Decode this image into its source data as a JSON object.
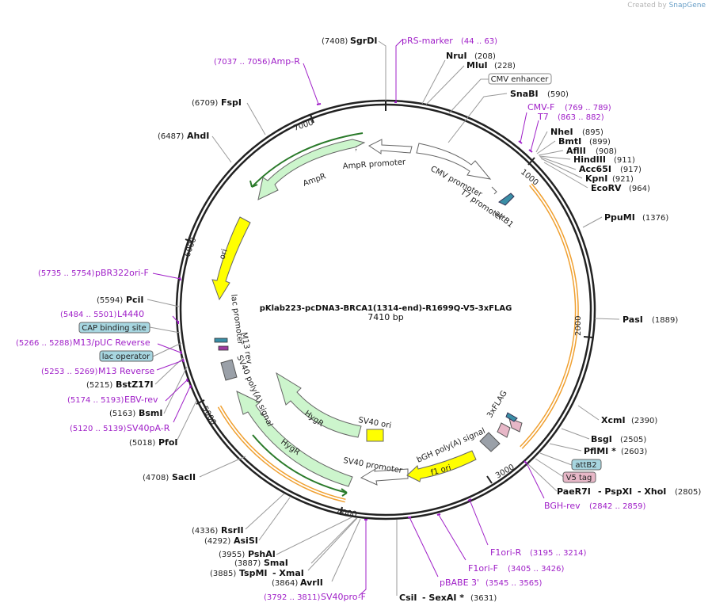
{
  "credit": {
    "prefix": "Created by",
    "brand": "SnapGene"
  },
  "plasmid": {
    "name": "pKlab223-pcDNA3-BRCA1(1314-end)-R1699Q-V5-3xFLAG",
    "length_label": "7410 bp"
  },
  "ticks": {
    "t1000": "1000",
    "t2000": "2000",
    "t3000": "3000",
    "t4000": "4000",
    "t5000": "5000",
    "t6000": "6000",
    "t7000": "7000"
  },
  "features": {
    "ampr_promoter": "AmpR promoter",
    "ampr": "AmpR",
    "cmv_promoter": "CMV promoter",
    "t7_promoter": "T7 promoter",
    "attb1": "attB1",
    "ori": "ori",
    "lac_promoter": "lac promoter",
    "m13_rev": "M13 rev",
    "sv40_polya": "SV40 poly(A) signal",
    "hygr1": "HygR",
    "hygr2": "HygR",
    "sv40_ori": "SV40 ori",
    "sv40_promoter": "SV40 promoter",
    "bgh_polya": "bGH poly(A) signal",
    "f1_ori": "f1 ori",
    "flag": "3xFLAG"
  },
  "sites": {
    "sgrdi": {
      "name": "SgrDI",
      "pos": "(7408)"
    },
    "nrui": {
      "name": "NruI",
      "pos": "(208)"
    },
    "mlui": {
      "name": "MluI",
      "pos": "(228)"
    },
    "snabi": {
      "name": "SnaBI",
      "pos": "(590)"
    },
    "nhei": {
      "name": "NheI",
      "pos": "(895)"
    },
    "bmti": {
      "name": "BmtI",
      "pos": "(899)"
    },
    "aflii": {
      "name": "AflII",
      "pos": "(908)"
    },
    "hindiii": {
      "name": "HindIII",
      "pos": "(911)"
    },
    "acc65i": {
      "name": "Acc65I",
      "pos": "(917)"
    },
    "kpni": {
      "name": "KpnI",
      "pos": "(921)"
    },
    "ecorv": {
      "name": "EcoRV",
      "pos": "(964)"
    },
    "ppumi": {
      "name": "PpuMI",
      "pos": "(1376)"
    },
    "pasi": {
      "name": "PasI",
      "pos": "(1889)"
    },
    "xcmi": {
      "name": "XcmI",
      "pos": "(2390)"
    },
    "bsgi": {
      "name": "BsgI",
      "pos": "(2505)"
    },
    "pflmi": {
      "name": "PflMI *",
      "pos": "(2603)"
    },
    "paer7i": {
      "name": "PaeR7I",
      "sep1": "- PspXI",
      "sep2": "- XhoI",
      "pos": "(2805)"
    },
    "csii": {
      "name": "CsiI",
      "sep": "- SexAI *",
      "pos": "(3631)"
    },
    "avrii": {
      "name": "AvrII",
      "pos": "(3864)"
    },
    "tspmi": {
      "name": "TspMI",
      "sep": "- XmaI",
      "pos": "(3885)"
    },
    "smai": {
      "name": "SmaI",
      "pos": "(3887)"
    },
    "pshai": {
      "name": "PshAI",
      "pos": "(3955)"
    },
    "asisi": {
      "name": "AsiSI",
      "pos": "(4292)"
    },
    "rsrii": {
      "name": "RsrII",
      "pos": "(4336)"
    },
    "sacii": {
      "name": "SacII",
      "pos": "(4708)"
    },
    "pfoi": {
      "name": "PfoI",
      "pos": "(5018)"
    },
    "bsmi": {
      "name": "BsmI",
      "pos": "(5163)"
    },
    "bstz17i": {
      "name": "BstZ17I",
      "pos": "(5215)"
    },
    "pcii": {
      "name": "PciI",
      "pos": "(5594)"
    },
    "ahdi": {
      "name": "AhdI",
      "pos": "(6487)"
    },
    "fspi": {
      "name": "FspI",
      "pos": "(6709)"
    }
  },
  "primers": {
    "prs": {
      "name": "pRS-marker",
      "pos": "(44 .. 63)"
    },
    "ampr": {
      "name": "Amp-R",
      "pos": "(7037 .. 7056)"
    },
    "cmvf": {
      "name": "CMV-F",
      "pos": "(769 .. 789)"
    },
    "t7": {
      "name": "T7",
      "pos": "(863 .. 882)"
    },
    "pbr322": {
      "name": "pBR322ori-F",
      "pos": "(5735 .. 5754)"
    },
    "l4440": {
      "name": "L4440",
      "pos": "(5484 .. 5501)"
    },
    "m13puc": {
      "name": "M13/pUC Reverse",
      "pos": "(5266 .. 5288)"
    },
    "m13rev": {
      "name": "M13 Reverse",
      "pos": "(5253 .. 5269)"
    },
    "ebv": {
      "name": "EBV-rev",
      "pos": "(5174 .. 5193)"
    },
    "sv40pa": {
      "name": "SV40pA-R",
      "pos": "(5120 .. 5139)"
    },
    "bgh": {
      "name": "BGH-rev",
      "pos": "(2842 .. 2859)"
    },
    "f1orir": {
      "name": "F1ori-R",
      "pos": "(3195 .. 3214)"
    },
    "f1orif": {
      "name": "F1ori-F",
      "pos": "(3405 .. 3426)"
    },
    "pbabe": {
      "name": "pBABE 3'",
      "pos": "(3545 .. 3565)"
    },
    "sv40pro": {
      "name": "SV40pro-F",
      "pos": "(3792 .. 3811)"
    }
  },
  "boxes": {
    "cmv_enhancer": "CMV enhancer",
    "cap": "CAP binding site",
    "lac_operator": "lac operator",
    "attb2": "attB2",
    "v5": "V5 tag"
  },
  "colors": {
    "promoter": "#ffffff",
    "cds": "#ccf5cc",
    "ori": "#ffff00",
    "primer": "#a020c8",
    "box_blue": "#a7d6e0",
    "box_pink": "#e7b7c7",
    "orange": "#f0a030"
  }
}
